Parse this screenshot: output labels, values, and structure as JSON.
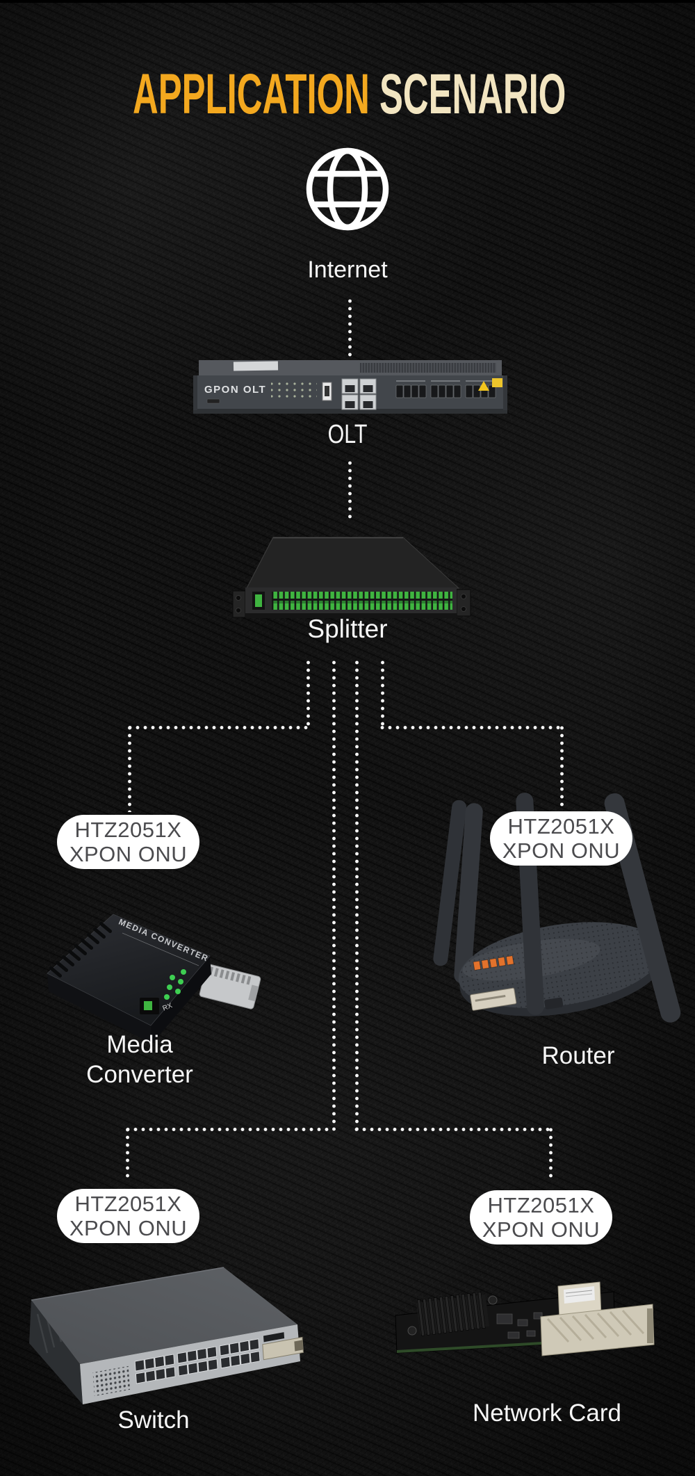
{
  "title": {
    "part1": "APPLICATION",
    "part2": "SCENARIO"
  },
  "tags": {
    "onu": {
      "line1": "HTZ2051X",
      "line2": "XPON ONU"
    }
  },
  "nodes": {
    "internet": {
      "label": "Internet"
    },
    "olt": {
      "label": "OLT",
      "panel_text": "GPON OLT"
    },
    "splitter": {
      "label": "Splitter"
    },
    "media_converter": {
      "label_line1": "Media",
      "label_line2": "Converter",
      "panel_text": "MEDIA CONVERTER",
      "port_label": "RX"
    },
    "router": {
      "label": "Router"
    },
    "switch": {
      "label": "Switch"
    },
    "network_card": {
      "label": "Network Card"
    }
  },
  "colors": {
    "title_gold": "#f3a81f",
    "title_cream": "#f2e5c1",
    "bubble_bg": "#ffffff",
    "bubble_text": "#4b4b4e",
    "connector_dots": "#ffffff",
    "led_green": "#3ecf52",
    "fiber_green": "#3fb440",
    "port_orange": "#e2722c",
    "warning_yellow": "#f2c51d"
  }
}
